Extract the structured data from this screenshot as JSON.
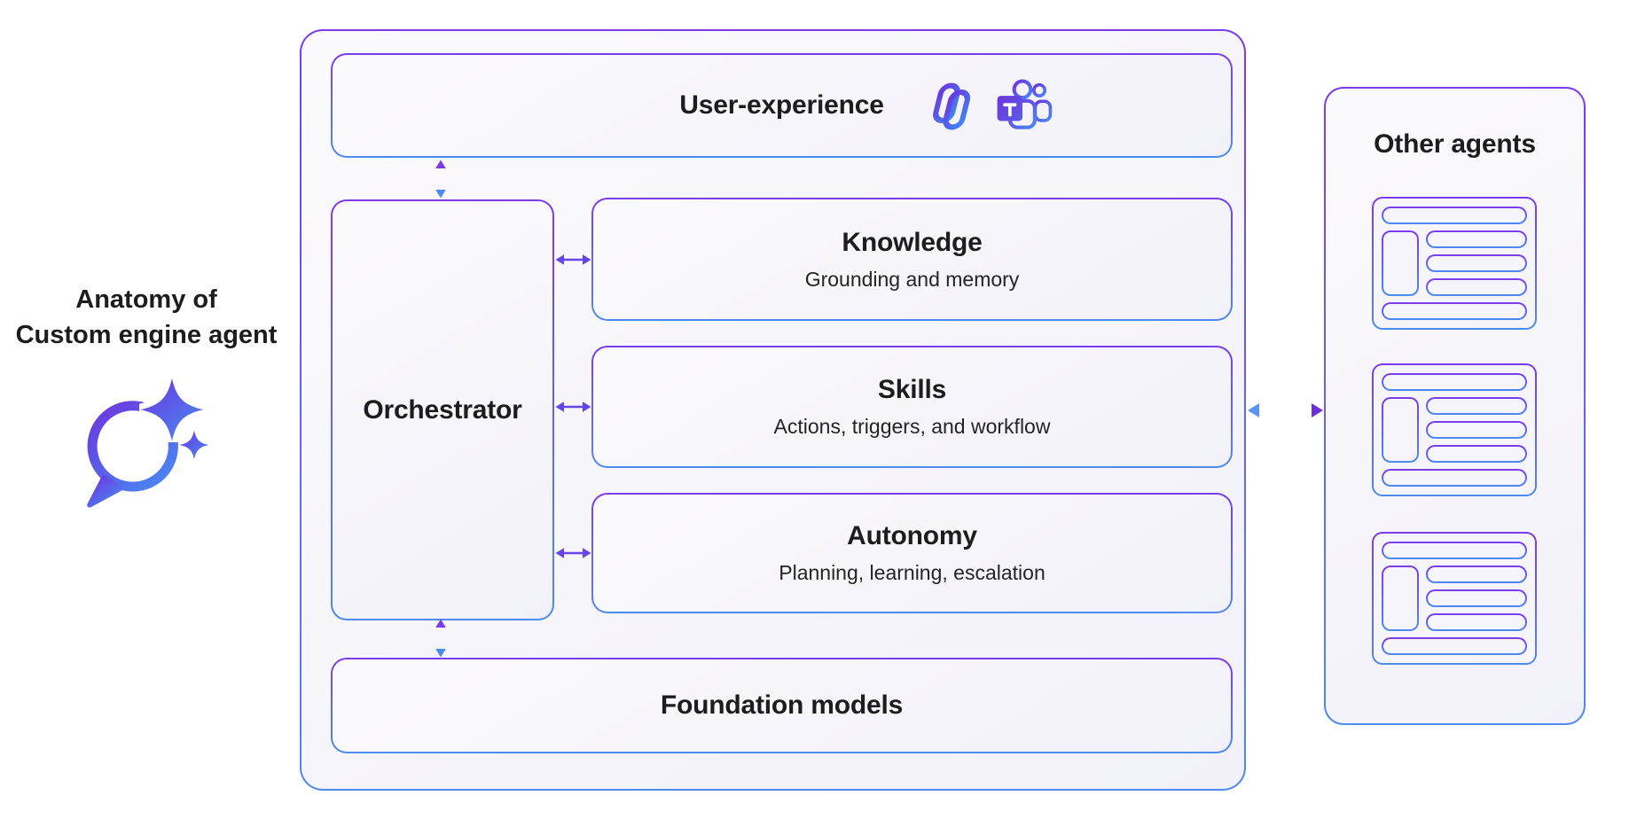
{
  "colors": {
    "purple": "#7a3bec",
    "blue": "#4f8af0",
    "arrow_purple": "#6645e8",
    "box_fill": "#f6f5fb",
    "text": "#1d1d1f",
    "dotted_arrow_left": "#5b93f2",
    "dotted_arrow_right": "#6d2fd6"
  },
  "side": {
    "title_line1": "Anatomy of",
    "title_line2": "Custom engine agent",
    "icon": "copilot-chat-sparkles-icon"
  },
  "main": {
    "user_experience": {
      "title": "User-experience",
      "icons": [
        "copilot-icon",
        "teams-icon"
      ]
    },
    "orchestrator": {
      "title": "Orchestrator"
    },
    "knowledge": {
      "title": "Knowledge",
      "subtitle": "Grounding and memory"
    },
    "skills": {
      "title": "Skills",
      "subtitle": "Actions, triggers, and workflow"
    },
    "autonomy": {
      "title": "Autonomy",
      "subtitle": "Planning, learning, escalation"
    },
    "foundation_models": {
      "title": "Foundation models"
    }
  },
  "other_agents": {
    "title": "Other agents",
    "card_count": 3
  },
  "connections": [
    "user-experience <-> orchestrator",
    "orchestrator <-> knowledge",
    "orchestrator <-> skills",
    "orchestrator <-> autonomy",
    "orchestrator <-> foundation-models",
    "custom-engine-agent <..> other-agents (dotted)"
  ]
}
